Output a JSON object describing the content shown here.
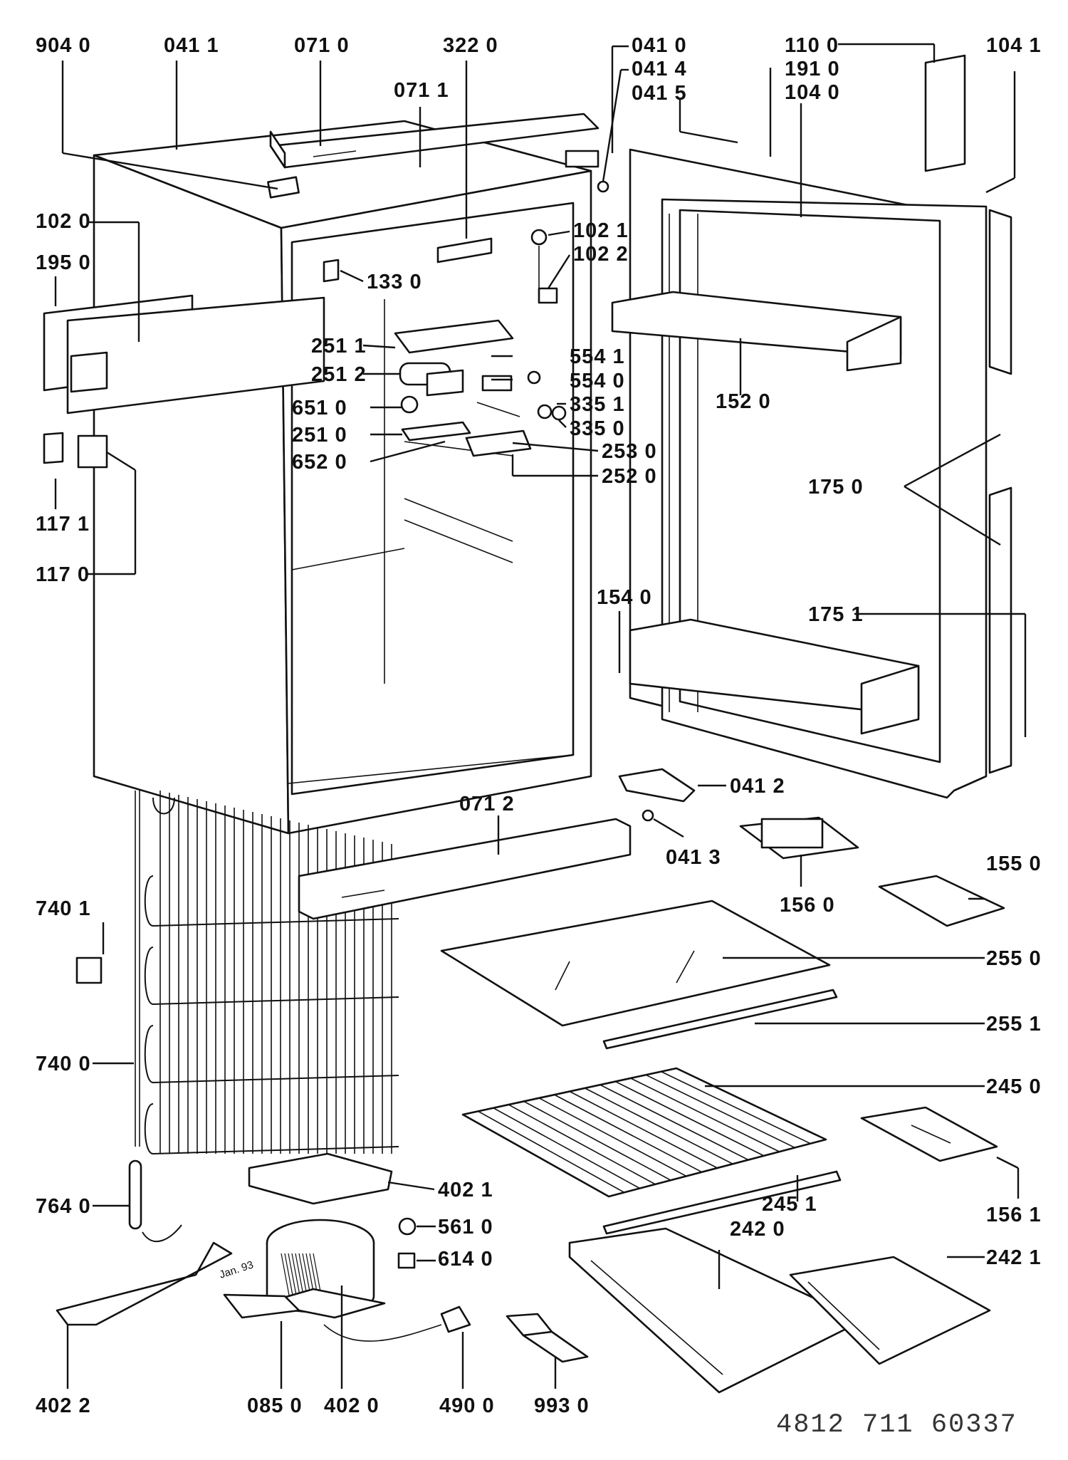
{
  "labels": {
    "l9040": "904 0",
    "l0411": "041 1",
    "l0710": "071 0",
    "l3220": "322 0",
    "l0410": "041 0",
    "l0414": "041 4",
    "l0415": "041 5",
    "l1100": "110 0",
    "l1910": "191 0",
    "l1040": "104 0",
    "l1041": "104 1",
    "l0711": "071 1",
    "l1020": "102 0",
    "l1021": "102 1",
    "l1022": "102 2",
    "l1950": "195 0",
    "l1330": "133 0",
    "l2511": "251 1",
    "l2512": "251 2",
    "l5541": "554 1",
    "l5540": "554 0",
    "l6510": "651 0",
    "l3351": "335 1",
    "l3350": "335 0",
    "l2510": "251 0",
    "l6520": "652 0",
    "l2530": "253 0",
    "l2520": "252 0",
    "l1520": "152 0",
    "l1750": "175 0",
    "l1751": "175 1",
    "l1540": "154 0",
    "l1171": "117 1",
    "l1170": "117 0",
    "l0712": "071 2",
    "l0412": "041 2",
    "l0413": "041 3",
    "l1560": "156 0",
    "l1550": "155 0",
    "l7401": "740 1",
    "l7400": "740 0",
    "l2550": "255 0",
    "l2551": "255 1",
    "l2450": "245 0",
    "l2451": "245 1",
    "l1561": "156 1",
    "l7640": "764 0",
    "l4021": "402 1",
    "l5610": "561 0",
    "l6140": "614 0",
    "l2420": "242 0",
    "l2421": "242 1",
    "l4022": "402 2",
    "l0850": "085 0",
    "l4020": "402 0",
    "l4900": "490 0",
    "l9930": "993 0"
  },
  "stamp": "Jan. 93",
  "document_number": "4812  711  60337"
}
